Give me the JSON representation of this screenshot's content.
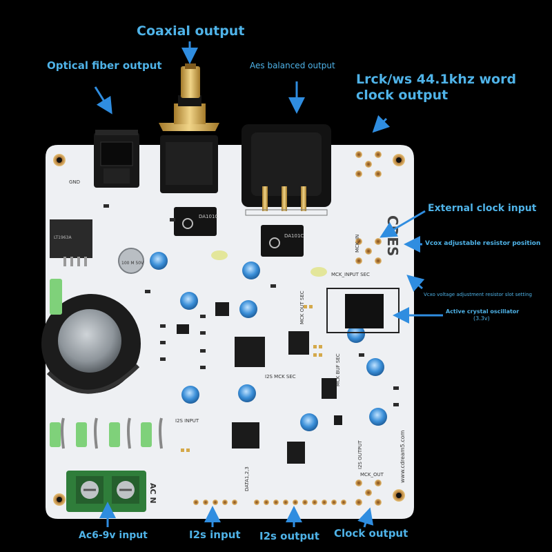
{
  "labels": {
    "coaxial": "Coaxial output",
    "optical": "Optical fiber output",
    "aes": "Aes balanced output",
    "lrck": "Lrck/ws 44.1khz word clock output",
    "ext_clock": "External clock input",
    "vcox_pos": "Vcox adjustable resistor position",
    "vcox_slot": "Vcxo voltage adjustment resistor slot setting",
    "osc_line1": "Active crystal oscillator",
    "osc_line2": "(3.3v)",
    "power": "Ac6-9v input",
    "i2s_in": "I2s input",
    "i2s_out": "I2s output",
    "clock_out": "Clock output"
  },
  "pcb": {
    "brand": "CDES",
    "website": "www.cdream5.com",
    "ac_marking": "AC N",
    "gnd_marking": "GND",
    "mck_marking": "MCK_IN",
    "transformer_code": "DA101C",
    "regulator_code": "LT1963A",
    "cap_marking": "100 M 50V",
    "silk_mck_out_sec": "MCK OUT SEC",
    "silk_mck_input_sec": "MCK_INPUT SEC",
    "silk_i2s_input": "I2S INPUT",
    "silk_i2s_mck_sec": "I2S MCK SEC",
    "silk_mck_buf_sec": "MCK BUF SEC",
    "silk_data123": "DATA1,2,3",
    "silk_mck_out": "MCK_OUT",
    "silk_i2s_output": "I2S OUTPUT"
  },
  "colors": {
    "background": "#000000",
    "board": "#eef0f3",
    "label": "#4fb3e8",
    "terminal": "#2f7d3a",
    "gold": "#d4a94a"
  }
}
